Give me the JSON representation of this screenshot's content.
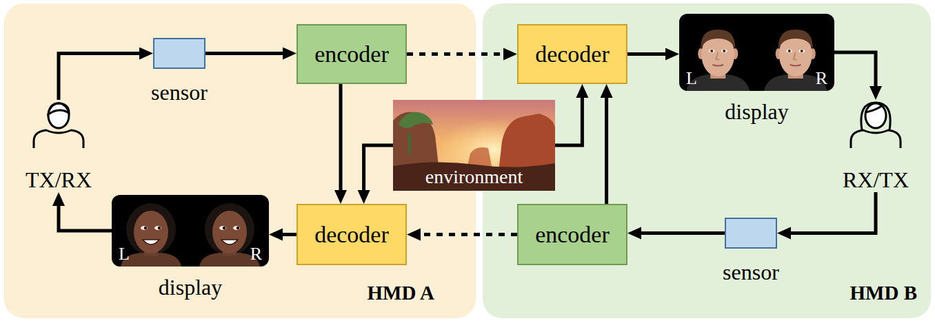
{
  "diagram": {
    "nodes": [
      {
        "text": [
          "HMD A"
        ]
      },
      {
        "text": [
          "encoder"
        ],
        "in": 0
      },
      {
        "text": [
          "sensor"
        ],
        "in": 0
      },
      {
        "text": [
          "TX/RX"
        ],
        "in": 0
      },
      {
        "text": [
          "decoder"
        ],
        "in": 0
      },
      {
        "text": [
          "L",
          "R",
          "display"
        ],
        "in": 0
      },
      {
        "text": [
          "environment"
        ]
      },
      {
        "text": [
          "HMD B"
        ]
      },
      {
        "text": [
          "decoder"
        ],
        "in": 7
      },
      {
        "text": [
          "L",
          "R",
          "display"
        ],
        "in": 7
      },
      {
        "text": [
          "RX/TX"
        ],
        "in": 7
      },
      {
        "text": [
          "encoder"
        ],
        "in": 7
      },
      {
        "text": [
          "sensor"
        ],
        "in": 7
      }
    ],
    "edges": [
      {
        "from": 3,
        "to": 2,
        "arrow": "to"
      },
      {
        "from": 2,
        "to": 1,
        "arrow": "to"
      },
      {
        "from": 1,
        "to": 8,
        "arrow": "to"
      },
      {
        "from": 1,
        "to": 4,
        "arrow": "to"
      },
      {
        "from": 6,
        "to": 4,
        "arrow": "to"
      },
      {
        "from": 6,
        "to": 8,
        "arrow": "to"
      },
      {
        "from": 11,
        "to": 8,
        "arrow": "to"
      },
      {
        "from": 8,
        "to": 9,
        "arrow": "to"
      },
      {
        "from": 9,
        "to": 10,
        "arrow": "to"
      },
      {
        "from": 10,
        "to": 12,
        "arrow": "to"
      },
      {
        "from": 12,
        "to": 11,
        "arrow": "to"
      },
      {
        "from": 11,
        "to": 4,
        "arrow": "to"
      },
      {
        "from": 4,
        "to": 5,
        "arrow": "to"
      },
      {
        "from": 5,
        "to": 3,
        "arrow": "to"
      }
    ]
  }
}
